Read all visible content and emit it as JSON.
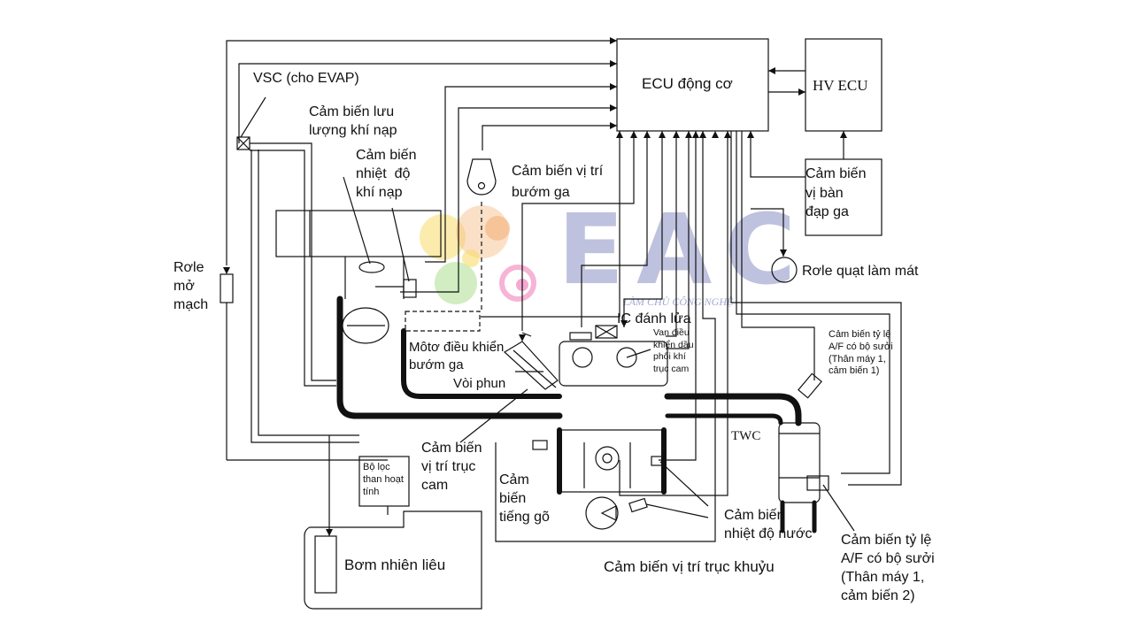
{
  "colors": {
    "line": "#111111",
    "watermark_blue": "#8b92c4",
    "wm_orange": "#f2a25c",
    "wm_yellow": "#f6d23a",
    "wm_green": "#8fd36a",
    "wm_pink": "#ee6fb2"
  },
  "watermark": {
    "brand": "EAC",
    "tagline": "LÀM CHỦ CÔNG NGHỆ"
  },
  "boxes": {
    "ecu": "ECU động cơ",
    "hv_ecu": "HV ECU",
    "accel_sensor": "Cảm biến\nvị bàn\nđạp ga",
    "canister": "Bộ lọc\nthan hoạt\ntính",
    "fuel_pump": "Bơm nhiên liêu"
  },
  "labels": {
    "vsc": "VSC (cho EVAP)",
    "maf": "Cảm biến lưu\nlượng khí nạp",
    "iat": "Cảm biến\nnhiệt  độ\nkhí nạp",
    "tps": "Cảm biến vị trí\nbướm ga",
    "fan_relay": "Rơle quạt làm mát",
    "main_relay": "Rơle\nmở\nmạch",
    "throttle_motor": "Môtơ điều khiển\nbướm ga",
    "injector": "Vòi phun",
    "ignition": "IC đánh lửa",
    "vvt": "Van điều\nkhiển dầu\nphối khí\ntrục cam",
    "af1": "Cảm biến tỷ lệ\nA/F có bộ sưởi\n(Thân máy 1,\ncảm biến 1)",
    "twc": "TWC",
    "cam": "Cảm biến\nvị trí trục\ncam",
    "knock": "Cảm\nbiến\ntiếng gõ",
    "ect": "Cảm biến\nnhiệt độ nước",
    "af2": "Cảm biến tỷ lệ\nA/F có bộ sưởi\n(Thân máy 1,\ncảm biến 2)",
    "crank": "Cảm biến vị trí trục khuỷu"
  }
}
